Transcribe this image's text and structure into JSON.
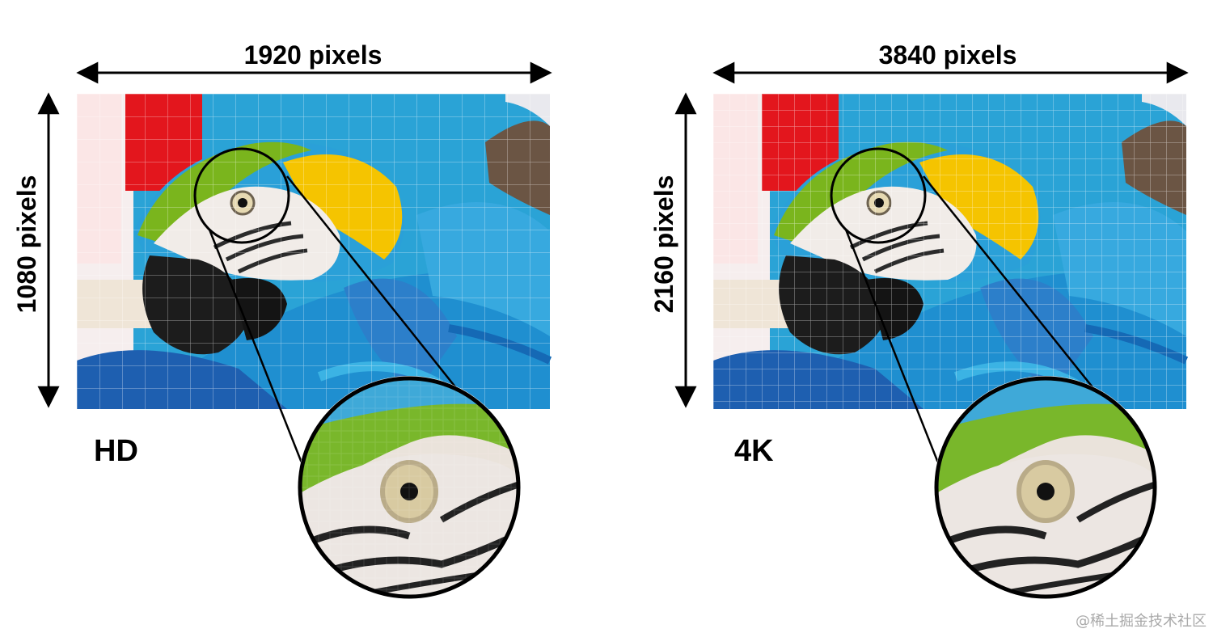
{
  "panels": [
    {
      "id": "hd",
      "width_label": "1920 pixels",
      "height_label": "1080 pixels",
      "format_label": "HD",
      "grid_size": 28
    },
    {
      "id": "4k",
      "width_label": "3840 pixels",
      "height_label": "2160 pixels",
      "format_label": "4K",
      "grid_size": 20
    }
  ],
  "watermark": "@稀土掘金技术社区",
  "colors": {
    "arrow": "#000000",
    "grid": "#ffffff",
    "parrot_blue": "#29a8dc",
    "parrot_green": "#7ab51d",
    "parrot_yellow": "#f5c400",
    "background_red": "#e3161d",
    "beak_black": "#1c1c1c"
  }
}
